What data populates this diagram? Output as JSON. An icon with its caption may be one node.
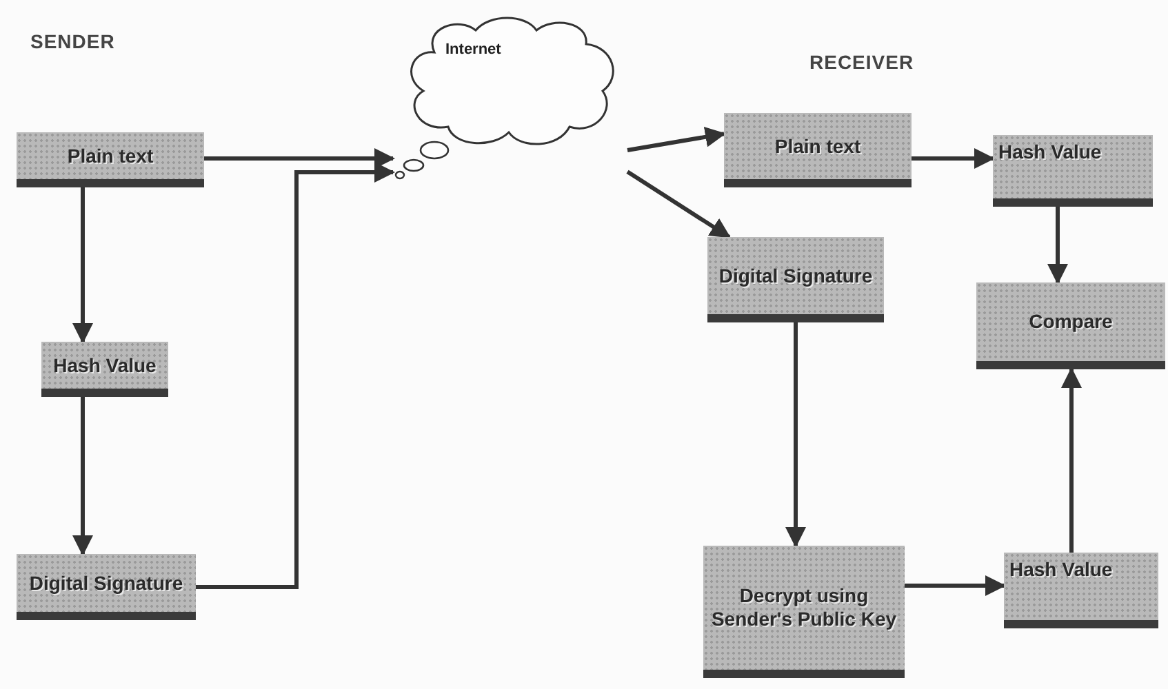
{
  "diagram": {
    "nodes": [
      {
        "text": [
          "Plain text"
        ]
      },
      {
        "text": [
          "Hash Value"
        ]
      },
      {
        "text": [
          "Digital Signature"
        ]
      },
      {
        "text": [
          "Internet"
        ]
      },
      {
        "text": [
          "Plain text"
        ]
      },
      {
        "text": [
          "Hash Value"
        ]
      },
      {
        "text": [
          "Digital Signature"
        ]
      },
      {
        "text": [
          "Compare"
        ]
      },
      {
        "text": [
          "Decrypt using Sender's Public Key"
        ]
      },
      {
        "text": [
          "Hash Value"
        ]
      }
    ],
    "edges": [
      {
        "from": 0,
        "to": 3,
        "arrow": "to"
      },
      {
        "from": 0,
        "to": 1,
        "arrow": "to"
      },
      {
        "from": 1,
        "to": 2,
        "arrow": "to"
      },
      {
        "from": 2,
        "to": 3,
        "arrow": "to"
      },
      {
        "from": 3,
        "to": 4,
        "arrow": "to"
      },
      {
        "from": 3,
        "to": 6,
        "arrow": "to"
      },
      {
        "from": 4,
        "to": 5,
        "arrow": "to"
      },
      {
        "from": 5,
        "to": 7,
        "arrow": "to"
      },
      {
        "from": 6,
        "to": 8,
        "arrow": "to"
      },
      {
        "from": 8,
        "to": 9,
        "arrow": "to"
      },
      {
        "from": 9,
        "to": 7,
        "arrow": "to"
      }
    ],
    "labels": [
      "SENDER",
      "RECEIVER"
    ]
  }
}
